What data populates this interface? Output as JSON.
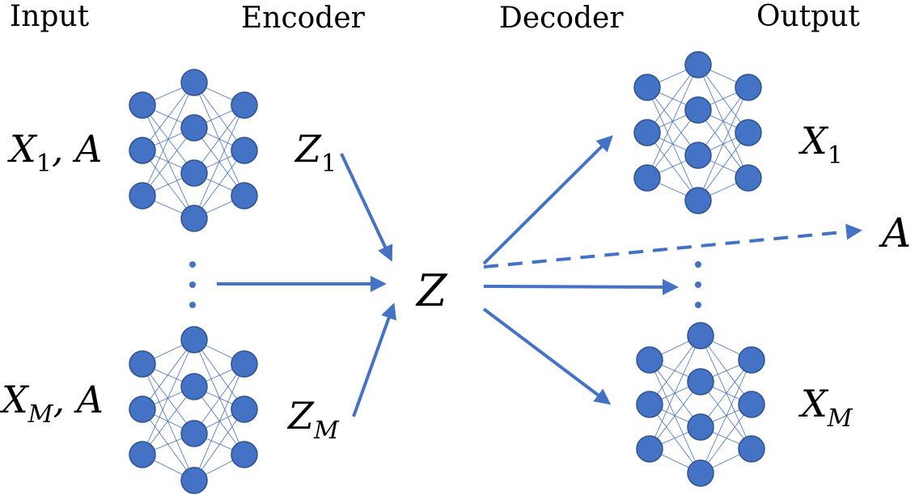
{
  "headers": {
    "input": "Input",
    "encoder": "Encoder",
    "decoder": "Decoder",
    "output": "Output"
  },
  "labels": {
    "x1_input": {
      "main": "X",
      "sub": "1",
      "tail": ", A"
    },
    "xm_input": {
      "main": "X",
      "sub": "M",
      "tail": ", A"
    },
    "z1": {
      "main": "Z",
      "sub": "1"
    },
    "zm": {
      "main": "Z",
      "sub": "M"
    },
    "z": "Z",
    "x1_output": {
      "main": "X",
      "sub": "1"
    },
    "xm_output": {
      "main": "X",
      "sub": "M"
    },
    "a_output": "A"
  },
  "colors": {
    "node_fill": "#4472C4",
    "node_stroke": "#2F528F",
    "arrow": "#4472C4"
  }
}
